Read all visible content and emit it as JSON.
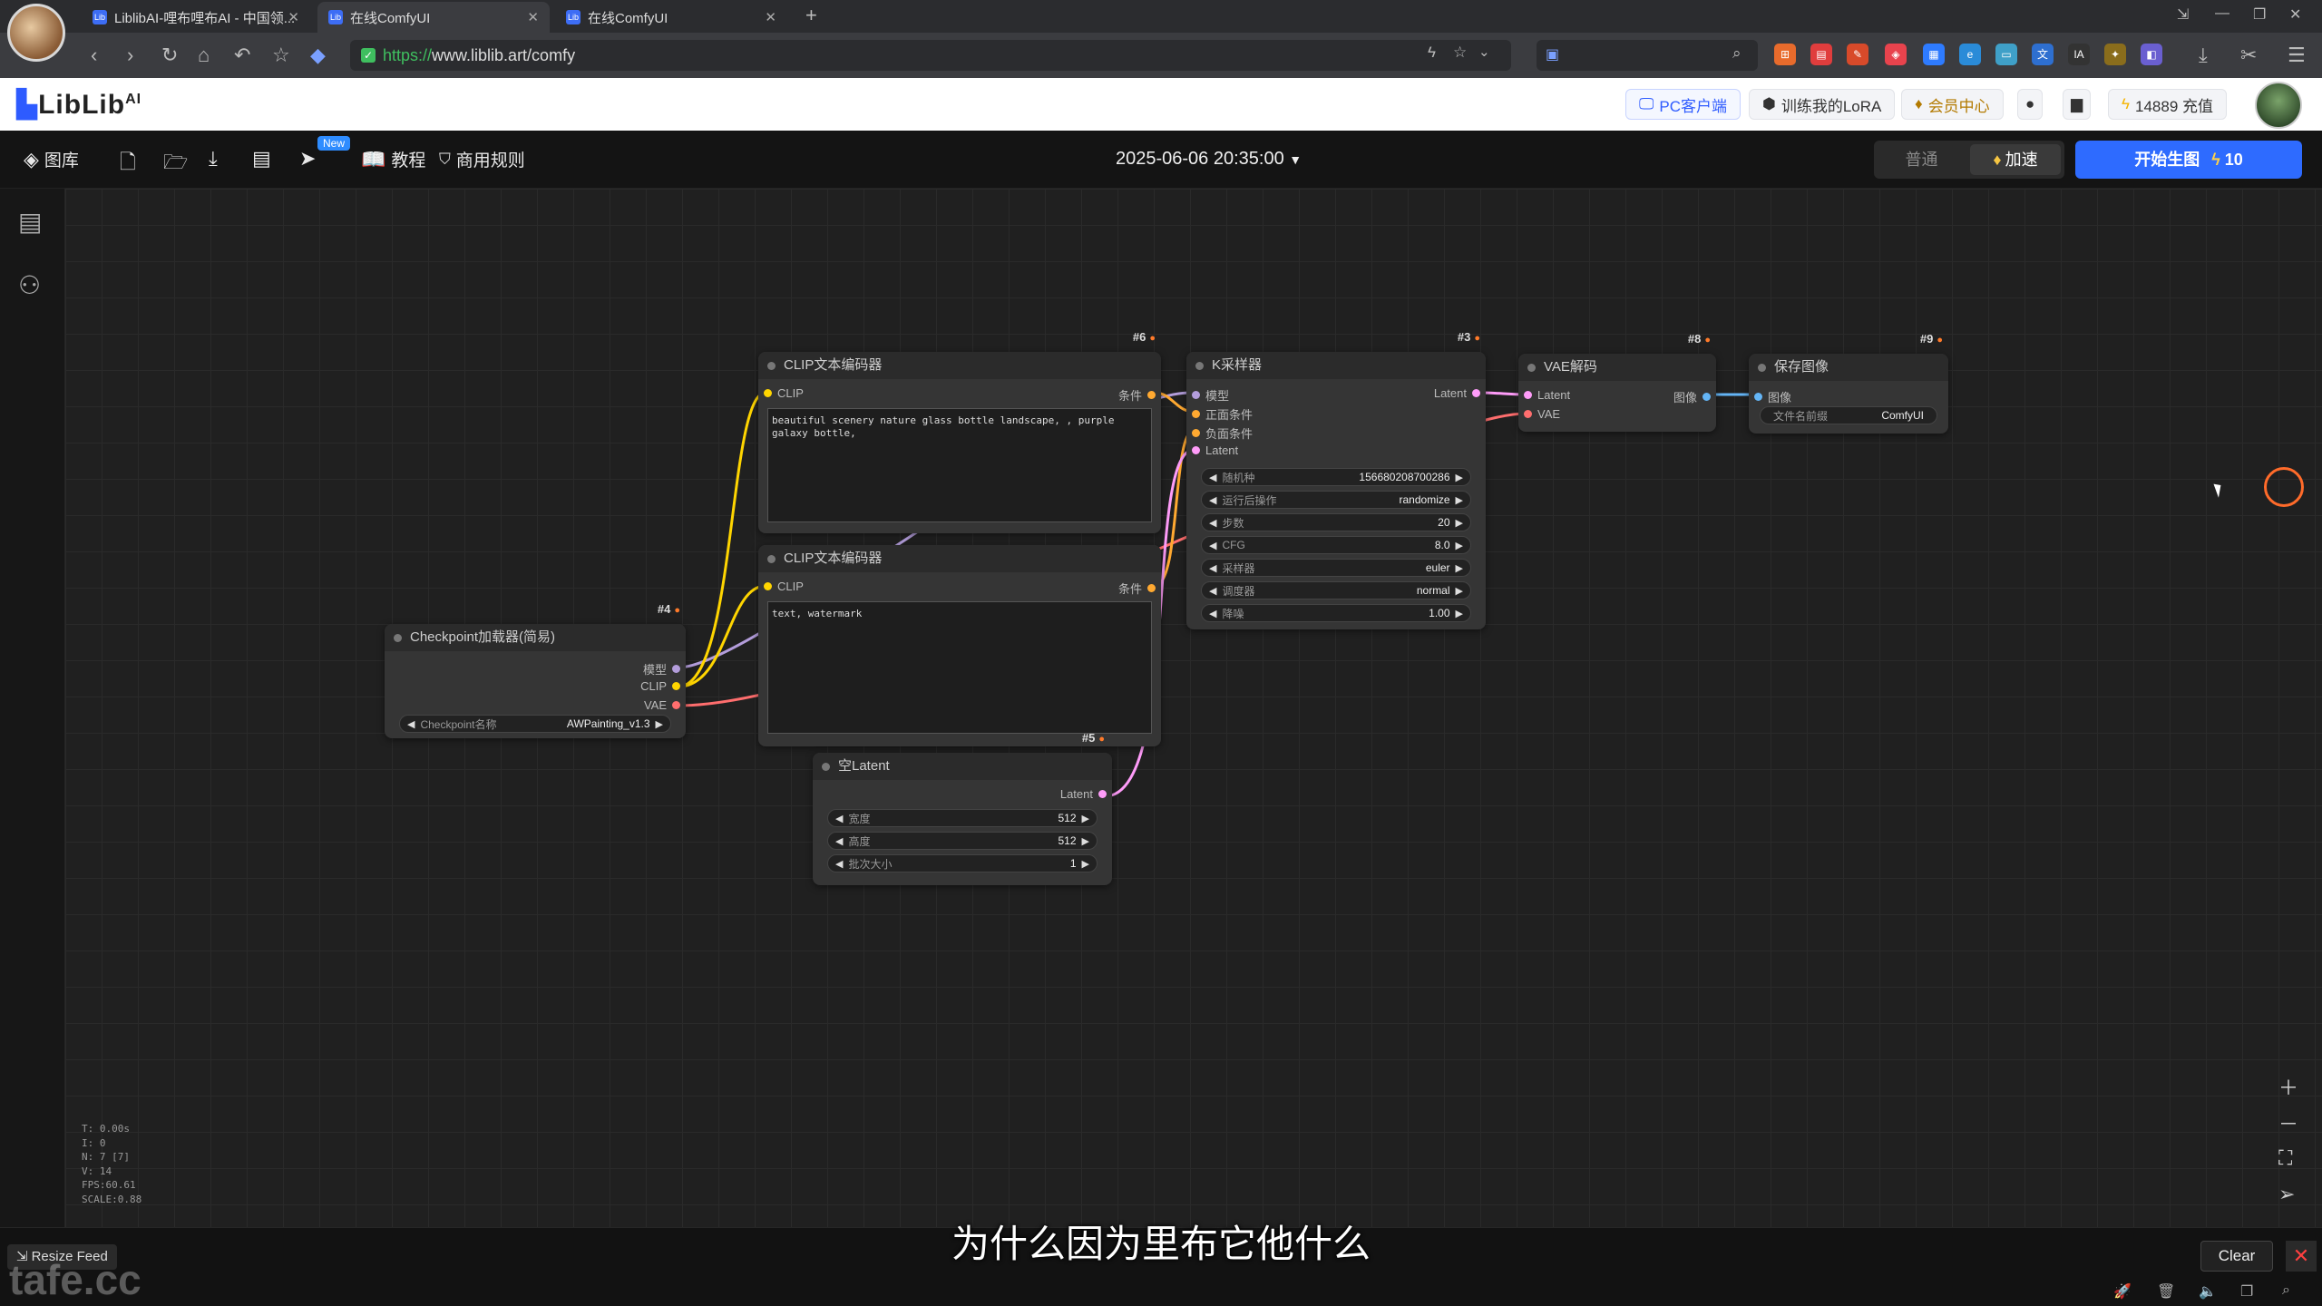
{
  "browser": {
    "tabs": [
      {
        "label": "LiblibAI-哩布哩布AI - 中国领...",
        "active": false
      },
      {
        "label": "在线ComfyUI",
        "active": true
      },
      {
        "label": "在线ComfyUI",
        "active": false
      }
    ],
    "url_scheme": "https://",
    "url_rest": "www.liblib.art/comfy"
  },
  "site_header": {
    "logo": "LibLib",
    "logo_sup": "AI",
    "pc_client": "PC客户端",
    "train_lora": "训练我的LoRA",
    "vip_center": "会员中心",
    "credits": "14889 充值"
  },
  "toolbar": {
    "library": "图库",
    "new_badge": "New",
    "tutorial": "教程",
    "commercial_rules": "商用规则",
    "datetime": "2025-06-06 20:35:00",
    "mode_normal": "普通",
    "mode_fast": "加速",
    "generate": "开始生图",
    "generate_cost": "10"
  },
  "nodes": {
    "clip_pos": {
      "id": "#6",
      "title": "CLIP文本编码器",
      "in": "CLIP",
      "out": "条件",
      "text": "beautiful scenery nature glass bottle landscape, , purple galaxy bottle,"
    },
    "clip_neg": {
      "id": "",
      "title": "CLIP文本编码器",
      "in": "CLIP",
      "out": "条件",
      "text": "text, watermark"
    },
    "ksampler": {
      "id": "#3",
      "title": "K采样器",
      "inputs": [
        "模型",
        "正面条件",
        "负面条件",
        "Latent"
      ],
      "out": "Latent",
      "widgets": [
        {
          "label": "随机种",
          "value": "156680208700286"
        },
        {
          "label": "运行后操作",
          "value": "randomize"
        },
        {
          "label": "步数",
          "value": "20"
        },
        {
          "label": "CFG",
          "value": "8.0"
        },
        {
          "label": "采样器",
          "value": "euler"
        },
        {
          "label": "调度器",
          "value": "normal"
        },
        {
          "label": "降噪",
          "value": "1.00"
        }
      ]
    },
    "vae_decode": {
      "id": "#8",
      "title": "VAE解码",
      "in1": "Latent",
      "in2": "VAE",
      "out": "图像"
    },
    "save_image": {
      "id": "#9",
      "title": "保存图像",
      "in": "图像",
      "widget_label": "文件名前缀",
      "widget_value": "ComfyUI"
    },
    "checkpoint": {
      "id": "#4",
      "title": "Checkpoint加载器(简易)",
      "out1": "模型",
      "out2": "CLIP",
      "out3": "VAE",
      "widget_label": "Checkpoint名称",
      "widget_value": "AWPainting_v1.3"
    },
    "empty_latent": {
      "id": "#5",
      "title": "空Latent",
      "out": "Latent",
      "widgets": [
        {
          "label": "宽度",
          "value": "512"
        },
        {
          "label": "高度",
          "value": "512"
        },
        {
          "label": "批次大小",
          "value": "1"
        }
      ]
    }
  },
  "stats": {
    "t": "T: 0.00s",
    "i": "I: 0",
    "n": "N: 7 [7]",
    "v": "V: 14",
    "fps": "FPS:60.61",
    "scale": "SCALE:0.88"
  },
  "bottom": {
    "resize_feed": "Resize Feed",
    "watermark": "tafe.cc",
    "subtitle": "为什么因为里布它他什么",
    "clear": "Clear"
  },
  "colors": {
    "clip": "#ffd500",
    "model": "#b39ddb",
    "vae": "#ff6e6e",
    "latent": "#ff9cf9",
    "conditioning": "#ffa931",
    "image": "#64b5f6",
    "accent": "#2e6bff"
  }
}
